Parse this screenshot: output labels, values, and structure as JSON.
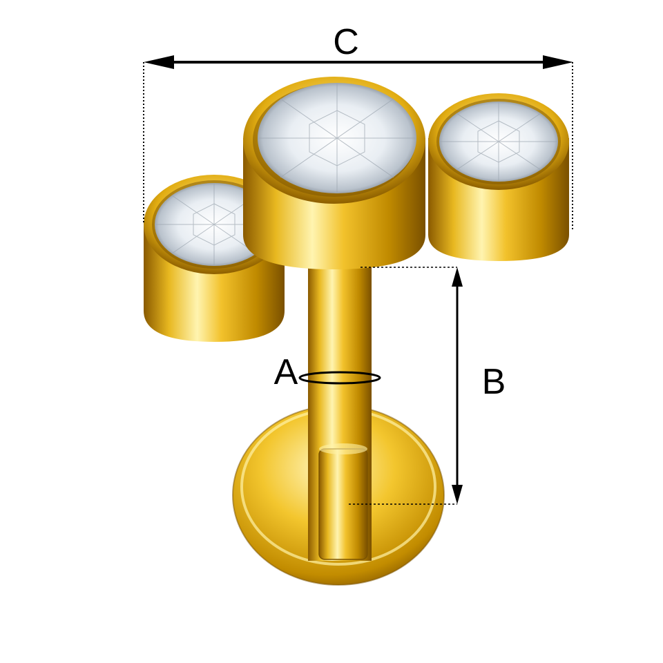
{
  "dimensions": {
    "a_label": "A",
    "b_label": "B",
    "c_label": "C"
  },
  "colors": {
    "gold_light": "#fff2a6",
    "gold_mid": "#f4c430",
    "gold_dark": "#b07d00",
    "gold_deep": "#7a5200",
    "stone": "#eef3f8",
    "line": "#000000"
  },
  "icons": {
    "left_stone": "small-crystal-icon",
    "center_stone": "large-crystal-icon",
    "right_stone": "small-crystal-icon"
  }
}
